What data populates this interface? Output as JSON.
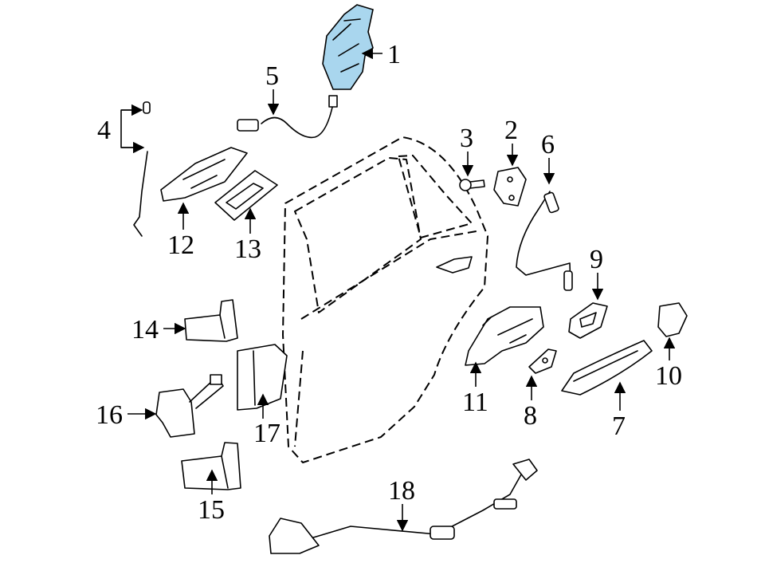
{
  "callouts": [
    "1",
    "2",
    "3",
    "4",
    "5",
    "6",
    "7",
    "8",
    "9",
    "10",
    "11",
    "12",
    "13",
    "14",
    "15",
    "16",
    "17",
    "18"
  ],
  "colors": {
    "highlight": "#a9d6ee",
    "line": "#000000",
    "background": "#ffffff"
  }
}
